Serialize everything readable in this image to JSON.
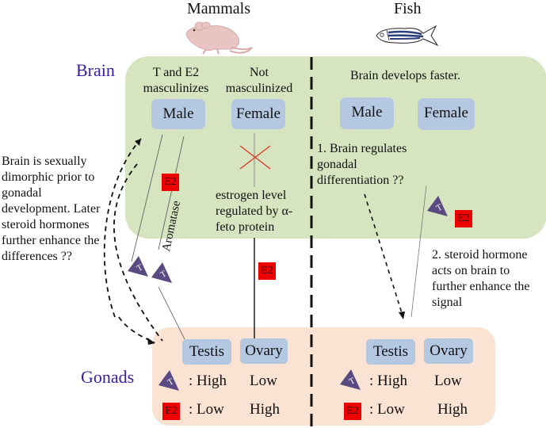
{
  "columns": {
    "mammals": {
      "title": "Mammals",
      "icon": "mouse-icon"
    },
    "fish": {
      "title": "Fish",
      "icon": "zebrafish-icon"
    }
  },
  "regions": {
    "brain": "Brain",
    "gonads": "Gonads"
  },
  "mammal_brain": {
    "male_note": "T and E2 masculinizes",
    "female_note": "Not masculinized",
    "male_box": "Male",
    "female_box": "Female",
    "estrogen_note": "estrogen level regulated by α-feto protein",
    "aromatase_label": "Aromatase",
    "left_note": "Brain is sexually dimorphic prior to gonadal development. Later steroid hormones further enhance the differences ??"
  },
  "fish_brain": {
    "header_note": "Brain develops faster.",
    "male_box": "Male",
    "female_box": "Female",
    "note1": "1. Brain regulates gonadal differentiation ??",
    "note2": "2. steroid hormone acts on brain to further enhance the signal"
  },
  "hormones": {
    "testosterone": "T",
    "estradiol": "E2"
  },
  "mammal_gonads": {
    "testis": "Testis",
    "ovary": "Ovary",
    "t_testis": ": High",
    "t_ovary": "Low",
    "e2_testis": ": Low",
    "e2_ovary": "High"
  },
  "fish_gonads": {
    "testis": "Testis",
    "ovary": "Ovary",
    "t_testis": ": High",
    "t_ovary": "Low",
    "e2_testis": ": Low",
    "e2_ovary": "High"
  },
  "colors": {
    "brain_panel": "#d6e4bf",
    "gonad_panel": "#fae3d2",
    "box": "#b4c8e2",
    "region_label": "#3a1aa0",
    "testosterone": "#5a4a82",
    "estradiol": "#ee0000",
    "inhibition_x": "#e0301e"
  }
}
